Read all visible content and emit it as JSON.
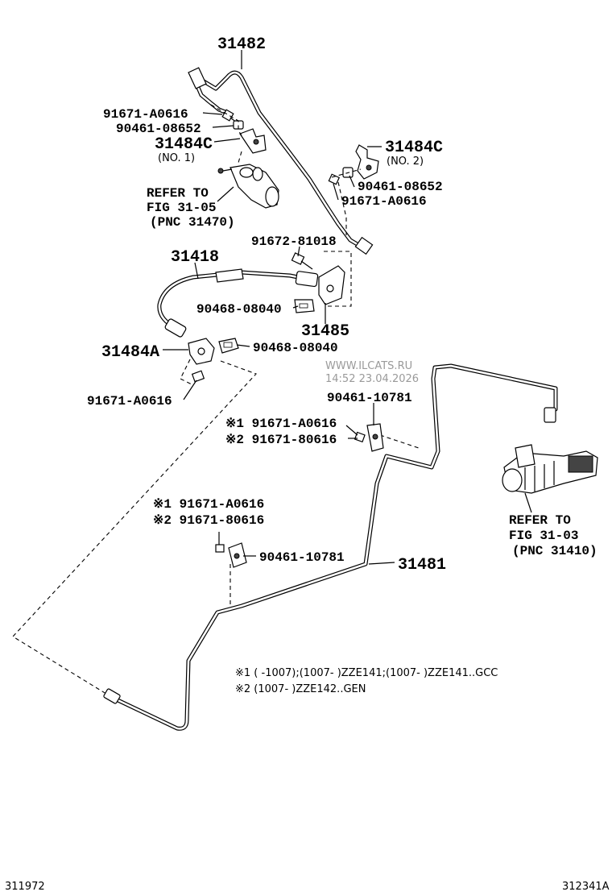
{
  "watermark": {
    "site": "WWW.ILCATS.RU",
    "timestamp": "14:52 23.04.2026"
  },
  "labels": {
    "p31482": "31482",
    "p91671_a0616_top": "91671-A0616",
    "p90461_08652_left": "90461-08652",
    "p31484c_left": "31484C",
    "p31484c_left_sub": "(NO. 1)",
    "refer_left_1": "REFER TO",
    "refer_left_2": "FIG 31-05",
    "refer_left_3": "(PNC 31470)",
    "p31484c_right": "31484C",
    "p31484c_right_sub": "(NO. 2)",
    "p90461_08652_right": "90461-08652",
    "p91671_a0616_right": "91671-A0616",
    "p91672_81018": "91672-81018",
    "p31418": "31418",
    "p90468_08040_upper": "90468-08040",
    "p31485": "31485",
    "p31484a": "31484A",
    "p90468_08040_lower": "90468-08040",
    "p91671_a0616_left": "91671-A0616",
    "p90461_10781_upper": "90461-10781",
    "n1_91671_a0616_mid": "※1 91671-A0616",
    "n2_91671_80616_mid": "※2 91671-80616",
    "n1_91671_a0616_low": "※1 91671-A0616",
    "n2_91671_80616_low": "※2 91671-80616",
    "p90461_10781_lower": "90461-10781",
    "p31481": "31481",
    "refer_right_1": "REFER TO",
    "refer_right_2": "FIG 31-03",
    "refer_right_3": "(PNC 31410)"
  },
  "notes": {
    "note1": "※1 (      -1007);(1007-        )ZZE141;(1007-        )ZZE141..GCC",
    "note2": "※2 (1007-        )ZZE142..GEN"
  },
  "footer": {
    "left_code": "311972",
    "right_code": "312341A"
  }
}
